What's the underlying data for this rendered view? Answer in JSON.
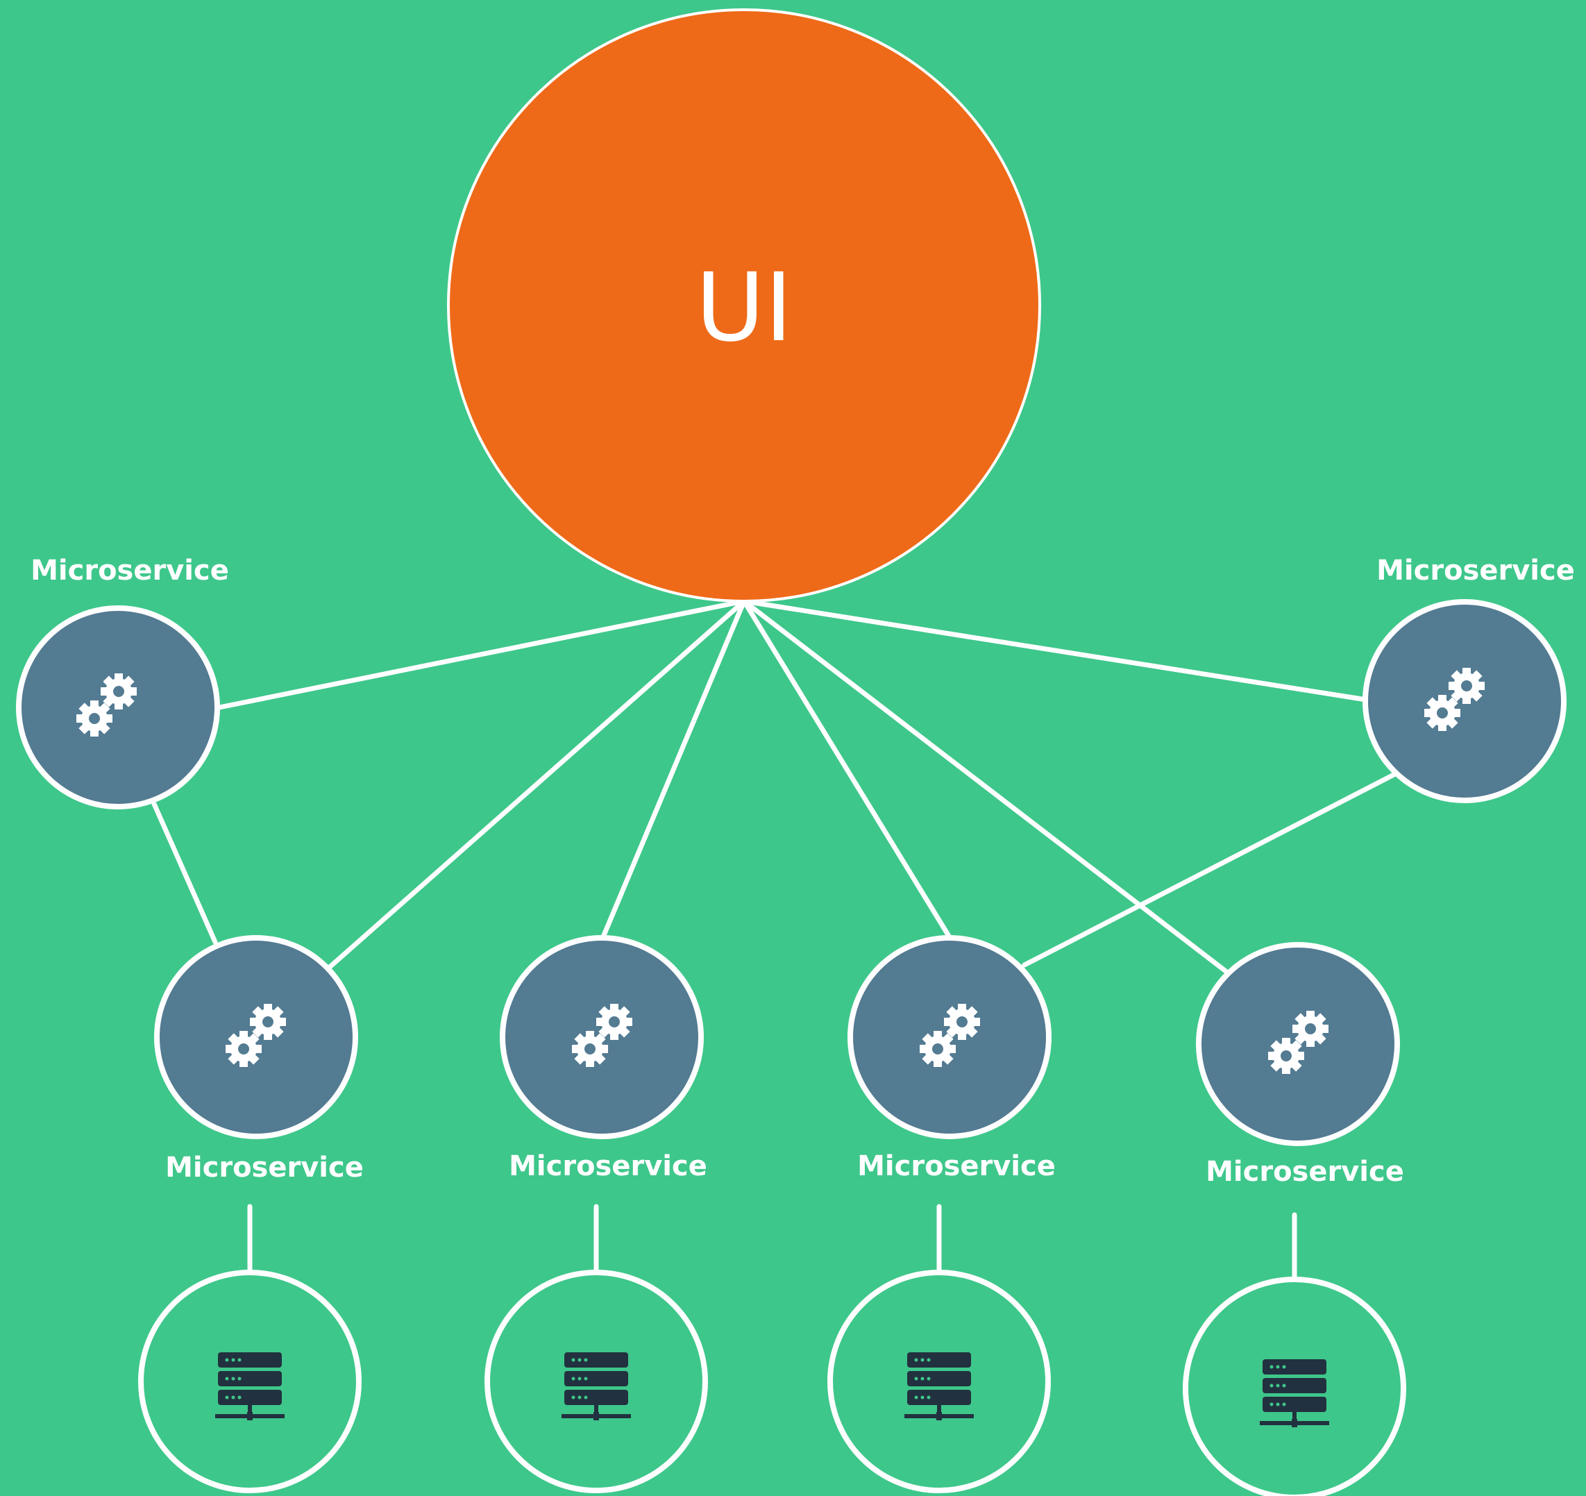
{
  "diagram": {
    "ui_node": {
      "label": "UI"
    },
    "microservices": [
      {
        "label": "Microservice",
        "icon": "gears-icon"
      },
      {
        "label": "Microservice",
        "icon": "gears-icon"
      },
      {
        "label": "Microservice",
        "icon": "gears-icon"
      },
      {
        "label": "Microservice",
        "icon": "gears-icon"
      },
      {
        "label": "Microservice",
        "icon": "gears-icon"
      },
      {
        "label": "Microservice",
        "icon": "gears-icon"
      }
    ],
    "databases": [
      {
        "icon": "server-icon"
      },
      {
        "icon": "server-icon"
      },
      {
        "icon": "server-icon"
      },
      {
        "icon": "server-icon"
      }
    ],
    "colors": {
      "background": "#3ec78b",
      "ui_fill": "#ee6a18",
      "service_fill": "#537b92",
      "server_icon": "#22313f",
      "line": "#ffffff"
    }
  }
}
